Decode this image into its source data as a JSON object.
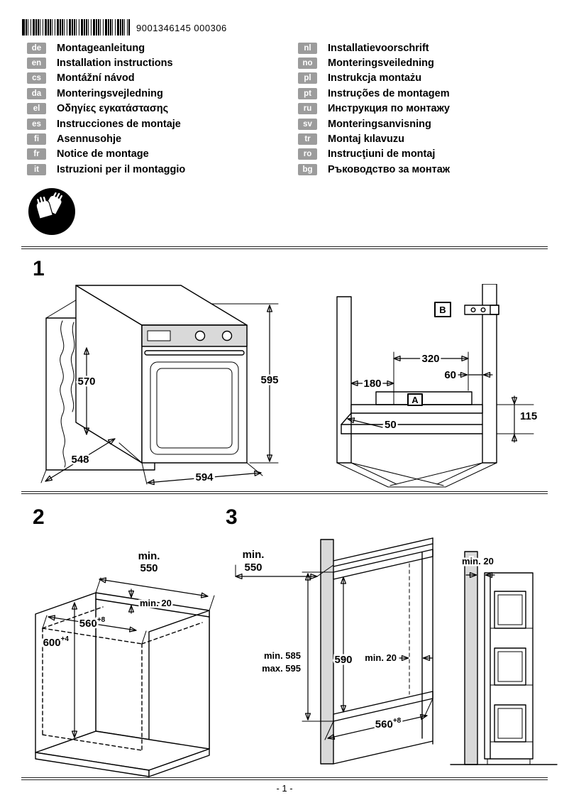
{
  "header": {
    "barcode_text": "9001346145  000306"
  },
  "languages": {
    "left": [
      {
        "code": "de",
        "title": "Montageanleitung"
      },
      {
        "code": "en",
        "title": "Installation instructions"
      },
      {
        "code": "cs",
        "title": "Montážní návod"
      },
      {
        "code": "da",
        "title": "Monteringsvejledning"
      },
      {
        "code": "el",
        "title": "Οδηγίες εγκατάστασης"
      },
      {
        "code": "es",
        "title": "Instrucciones de montaje"
      },
      {
        "code": "fi",
        "title": "Asennusohje"
      },
      {
        "code": "fr",
        "title": "Notice de montage"
      },
      {
        "code": "it",
        "title": "Istruzioni per il montaggio"
      }
    ],
    "right": [
      {
        "code": "nl",
        "title": "Installatievoorschrift"
      },
      {
        "code": "no",
        "title": "Monteringsveiledning"
      },
      {
        "code": "pl",
        "title": "Instrukcja montażu"
      },
      {
        "code": "pt",
        "title": "Instruções de montagem"
      },
      {
        "code": "ru",
        "title": "Инструкция по монтажу"
      },
      {
        "code": "sv",
        "title": "Monteringsanvisning"
      },
      {
        "code": "tr",
        "title": "Montaj kılavuzu"
      },
      {
        "code": "ro",
        "title": "Instrucţiuni de montaj"
      },
      {
        "code": "bg",
        "title": "Ръководство за монтаж"
      }
    ]
  },
  "figures": {
    "fig1": {
      "label": "1",
      "oven": {
        "inner_height": "570",
        "height": "595",
        "depth": "548",
        "width": "594"
      },
      "niche": {
        "bracket_label": "B",
        "area_label": "A",
        "width_back": "320",
        "offset_right": "60",
        "offset_left": "180",
        "height_bottom": "115",
        "offset_front": "50"
      }
    },
    "fig2": {
      "label": "2",
      "depth_min_line1": "min.",
      "depth_min_line2": "550",
      "width_base": "560",
      "width_sup": "+8",
      "height_base": "600",
      "height_sup": "+4",
      "gap_back": "min. 20"
    },
    "fig3": {
      "label": "3",
      "column": {
        "depth_min_line1": "min.",
        "depth_min_line2": "550",
        "front_min": "min. 585",
        "front_max": "max. 595",
        "niche_height": "590",
        "gap_back": "min. 20",
        "width_base": "560",
        "width_sup": "+8"
      },
      "side": {
        "gap_wall": "min. 20"
      }
    }
  },
  "footer": {
    "page_number": "- 1 -"
  }
}
